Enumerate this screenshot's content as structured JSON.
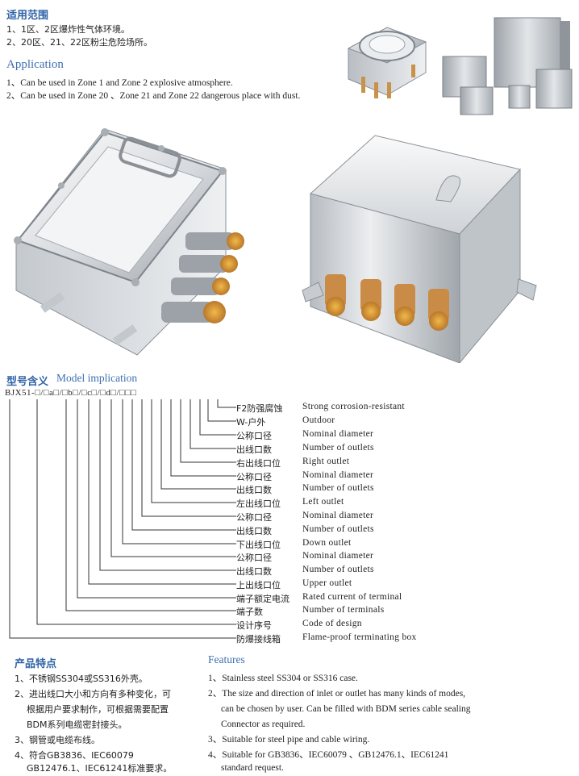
{
  "application": {
    "title_cn": "适用范围",
    "lines_cn": [
      "1、1区、2区爆炸性气体环境。",
      "2、20区、21、22区粉尘危险场所。"
    ],
    "title_en": "Application",
    "lines_en": [
      "1、Can be used in Zone 1 and Zone 2 explosive atmosphere.",
      "2、Can be used in Zone 20 、Zone 21 and Zone 22 dangerous place with dust."
    ]
  },
  "model": {
    "title_cn": "型号含义",
    "title_en": "Model implication",
    "code": "BJX51-□/□a□/□b□/□c□/□d□/□□□",
    "rows": [
      {
        "cn": "F2防强腐蚀",
        "en": "Strong corrosion-resistant"
      },
      {
        "cn": "W-户外",
        "en": "Outdoor"
      },
      {
        "cn": "公称口径",
        "en": "Nominal diameter"
      },
      {
        "cn": "出线口数",
        "en": "Number of outlets"
      },
      {
        "cn": "右出线口位",
        "en": "Right outlet"
      },
      {
        "cn": "公称口径",
        "en": "Nominal diameter"
      },
      {
        "cn": "出线口数",
        "en": "Number of outlets"
      },
      {
        "cn": "左出线口位",
        "en": "Left outlet"
      },
      {
        "cn": "公称口径",
        "en": "Nominal diameter"
      },
      {
        "cn": "出线口数",
        "en": "Number of outlets"
      },
      {
        "cn": "下出线口位",
        "en": "Down outlet"
      },
      {
        "cn": "公称口径",
        "en": "Nominal diameter"
      },
      {
        "cn": "出线口数",
        "en": "Number of outlets"
      },
      {
        "cn": "上出线口位",
        "en": "Upper outlet"
      },
      {
        "cn": "端子额定电流",
        "en": "Rated current of terminal"
      },
      {
        "cn": "端子数",
        "en": "Number of terminals"
      },
      {
        "cn": "设计序号",
        "en": "Code of design"
      },
      {
        "cn": "防爆接线箱",
        "en": "Flame-proof terminating box"
      }
    ]
  },
  "features": {
    "title_cn": "产品特点",
    "title_en": "Features",
    "lines_cn": [
      "1、不锈钢SS304或SS316外壳。",
      "2、进出线口大小和方向有多种变化，可",
      "根据用户要求制作，可根据需要配置",
      "BDM系列电缆密封接头。",
      "3、钢管或电缆布线。",
      "4、符合GB3836、IEC60079",
      "GB12476.1、IEC61241标准要求。"
    ],
    "lines_en": [
      "1、Stainless steel SS304 or SS316 case.",
      "2、The size and direction of inlet or outlet has many kinds of modes,",
      "can be chosen by user. Can be filled with BDM series cable sealing",
      "Connector as required.",
      "3、Suitable for steel pipe and cable wiring.",
      "4、Suitable for GB3836、IEC60079 、GB12476.1、IEC61241",
      "standard request."
    ]
  }
}
